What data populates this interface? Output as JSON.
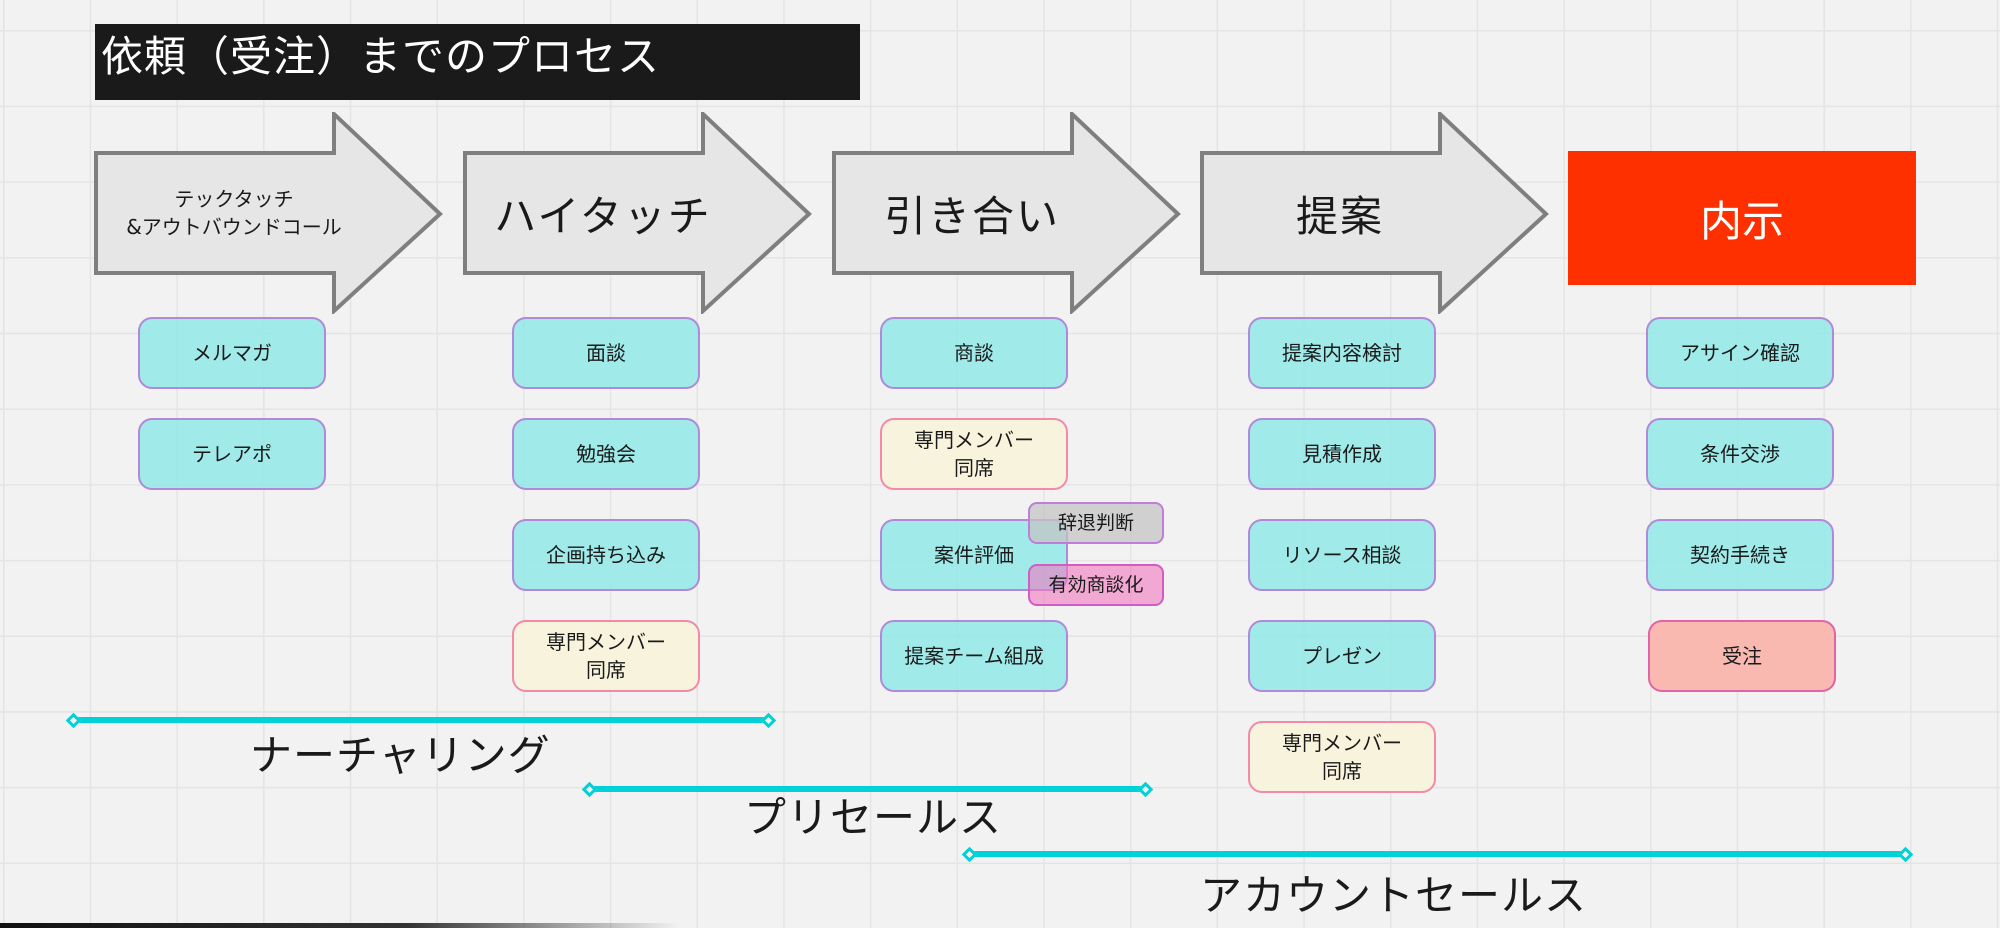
{
  "title": "依頼（受注）までのプロセス",
  "stages": [
    {
      "label_line1": "テックタッチ",
      "label_line2": "&アウトバウンドコール"
    },
    {
      "label": "ハイタッチ"
    },
    {
      "label": "引き合い"
    },
    {
      "label": "提案"
    },
    {
      "label": "内示"
    }
  ],
  "columns": [
    {
      "items": [
        "メルマガ",
        "テレアポ"
      ]
    },
    {
      "items": [
        "面談",
        "勉強会",
        "企画持ち込み"
      ],
      "special": {
        "line1": "専門メンバー",
        "line2": "同席"
      }
    },
    {
      "items": [
        "商談",
        "案件評価",
        "提案チーム組成"
      ],
      "special": {
        "line1": "専門メンバー",
        "line2": "同席"
      },
      "branches": [
        "辞退判断",
        "有効商談化"
      ]
    },
    {
      "items": [
        "提案内容検討",
        "見積作成",
        "リソース相談",
        "プレゼン"
      ],
      "special": {
        "line1": "専門メンバー",
        "line2": "同席"
      }
    },
    {
      "items": [
        "アサイン確認",
        "条件交渉",
        "契約手続き",
        "受注"
      ]
    }
  ],
  "phases": [
    {
      "label": "ナーチャリング"
    },
    {
      "label": "プリセールス"
    },
    {
      "label": "アカウントセールス"
    }
  ],
  "colors": {
    "title_bg": "#1a1a1a",
    "arrow_fill": "#e6e6e6",
    "arrow_stroke": "#7f7f7f",
    "final_stage": "#ff3000",
    "activity_card": "#9fe9e9",
    "specialist_card": "#f7f3dc",
    "decline_card": "#c4c4c4",
    "qualified_card": "#f4a0cc",
    "order_card": "#f9b9b1",
    "phase_line": "#00d1d8"
  }
}
